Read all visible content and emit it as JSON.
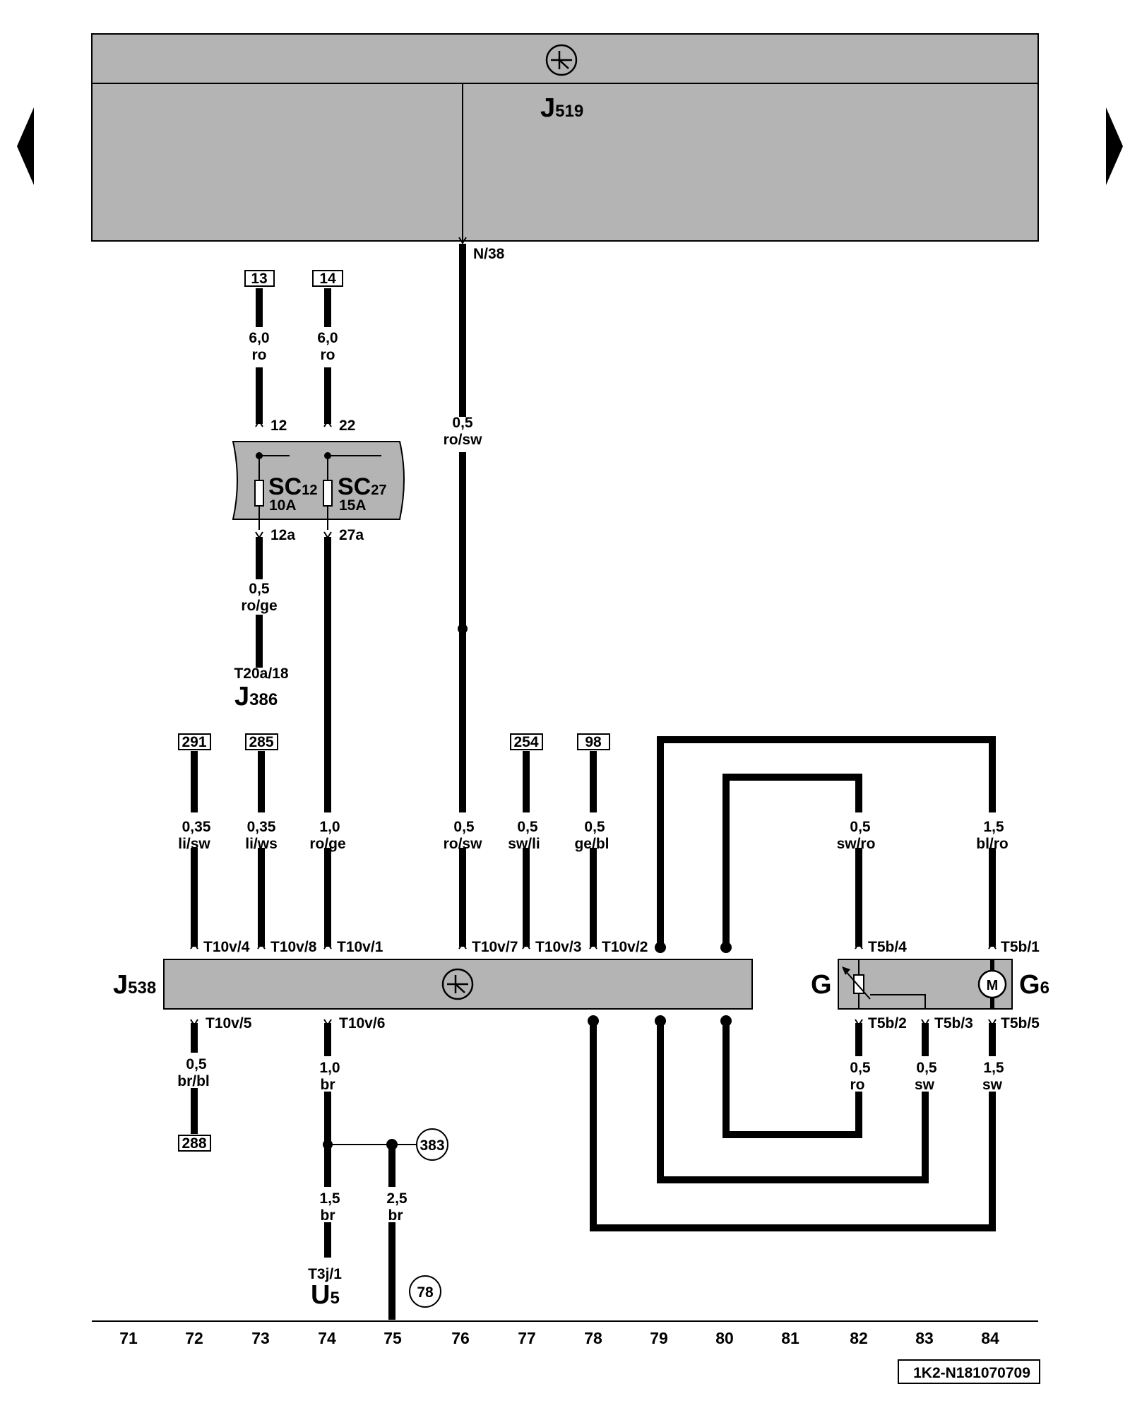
{
  "components": {
    "j519": {
      "letter": "J",
      "sub": "519"
    },
    "j538": {
      "letter": "J",
      "sub": "538"
    },
    "j386": {
      "letter": "J",
      "sub": "386"
    },
    "u5": {
      "letter": "U",
      "sub": "5"
    },
    "g": {
      "letter": "G"
    },
    "g6": {
      "letter": "G",
      "sub": "6"
    },
    "sc12": {
      "letter": "SC",
      "sub": "12",
      "rating": "10A"
    },
    "sc27": {
      "letter": "SC",
      "sub": "27",
      "rating": "15A"
    }
  },
  "box_refs": [
    "13",
    "14",
    "291",
    "285",
    "254",
    "98",
    "288"
  ],
  "circle_refs": [
    "383",
    "78"
  ],
  "wires": [
    {
      "size": "6,0",
      "color": "ro"
    },
    {
      "size": "6,0",
      "color": "ro"
    },
    {
      "size": "0,5",
      "color": "ro/sw"
    },
    {
      "size": "0,5",
      "color": "ro/ge"
    },
    {
      "size": "0,35",
      "color": "li/sw"
    },
    {
      "size": "0,35",
      "color": "li/ws"
    },
    {
      "size": "1,0",
      "color": "ro/ge"
    },
    {
      "size": "0,5",
      "color": "ro/sw"
    },
    {
      "size": "0,5",
      "color": "sw/li"
    },
    {
      "size": "0,5",
      "color": "ge/bl"
    },
    {
      "size": "0,5",
      "color": "sw/ro"
    },
    {
      "size": "1,5",
      "color": "bl/ro"
    },
    {
      "size": "0,5",
      "color": "br/bl"
    },
    {
      "size": "1,0",
      "color": "br"
    },
    {
      "size": "1,5",
      "color": "br"
    },
    {
      "size": "2,5",
      "color": "br"
    },
    {
      "size": "0,5",
      "color": "ro"
    },
    {
      "size": "0,5",
      "color": "sw"
    },
    {
      "size": "1,5",
      "color": "sw"
    }
  ],
  "pins": [
    "N/38",
    "12",
    "22",
    "12a",
    "27a",
    "T20a/18",
    "T10v/4",
    "T10v/8",
    "T10v/1",
    "T10v/7",
    "T10v/3",
    "T10v/2",
    "T5b/4",
    "T5b/1",
    "T10v/5",
    "T10v/6",
    "T5b/2",
    "T5b/3",
    "T5b/5",
    "T3j/1"
  ],
  "columns": [
    "71",
    "72",
    "73",
    "74",
    "75",
    "76",
    "77",
    "78",
    "79",
    "80",
    "81",
    "82",
    "83",
    "84"
  ],
  "footer_code": "1K2-N181070709",
  "nav": {
    "prev": "previous-page",
    "next": "next-page"
  },
  "colors": {
    "module_fill": "#b4b4b4",
    "wire": "#000000",
    "background": "#ffffff"
  }
}
